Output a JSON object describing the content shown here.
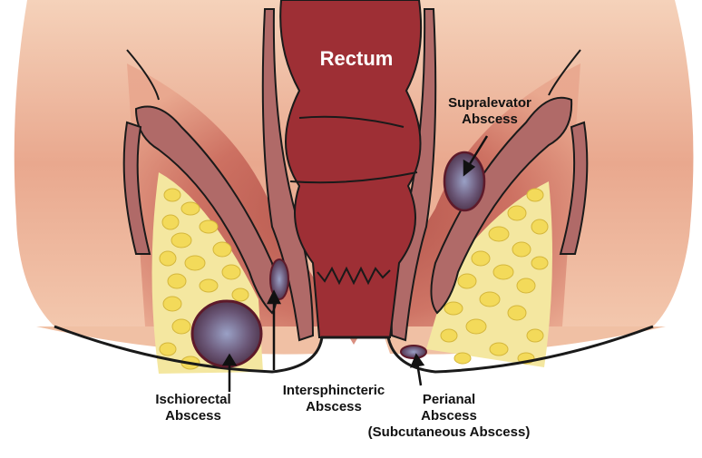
{
  "labels": {
    "rectum": "Rectum",
    "supralevator": [
      "Supralevator",
      "Abscess"
    ],
    "ischiorectal": [
      "Ischiorectal",
      "Abscess"
    ],
    "intersphincteric": [
      "Intersphincteric",
      "Abscess"
    ],
    "perianal": [
      "Perianal",
      "Abscess",
      "(Subcutaneous Abscess)"
    ]
  },
  "colors": {
    "skin": "#f1c3a5",
    "skin_shadow": "#d98d74",
    "muscle": "#a35a5a",
    "rectum": "#9e2f35",
    "fat": "#f3dd6b",
    "abscess": "#6b5878",
    "outline": "#1a1a1a"
  }
}
